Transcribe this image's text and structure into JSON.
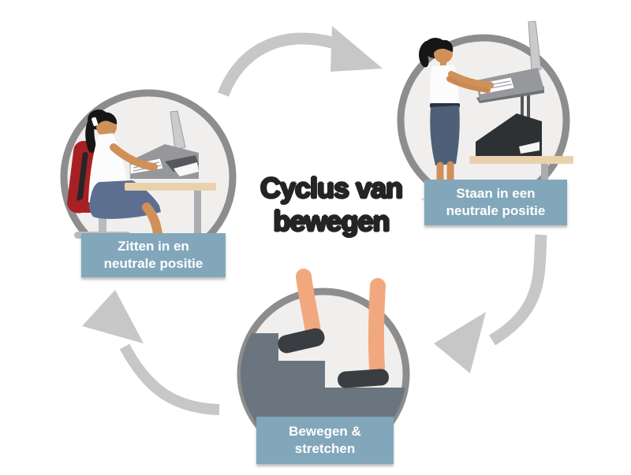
{
  "title": {
    "line1": "Cyclus van",
    "line2": "bewegen",
    "full": "Cyclus van bewegen"
  },
  "steps": [
    {
      "id": "zitten",
      "illustration": "woman-sitting-at-desk",
      "label": {
        "line1": "Zitten in en",
        "line2": "neutrale positie"
      }
    },
    {
      "id": "staan",
      "illustration": "woman-standing-at-sit-stand-desk",
      "label": {
        "line1": "Staan in een",
        "line2": "neutrale positie"
      }
    },
    {
      "id": "bewegen",
      "illustration": "feet-walking-up-stairs",
      "label": {
        "line1": "Bewegen &",
        "line2": "stretchen"
      }
    }
  ],
  "colors": {
    "background": "#ffffff",
    "label_background": "#82a7ba",
    "label_text": "#ffffff",
    "title_text": "#242424",
    "arrow": "#c7c7c7",
    "circle_fill": "#f1efed",
    "circle_ring": "#8d8d8d",
    "chair_red": "#a62024",
    "desk_wood": "#ead1ae",
    "stairs_gray": "#6b7580",
    "skirt_blue": "#5d6f91",
    "skin_tone": "#cf9059",
    "hair_black": "#161616"
  }
}
